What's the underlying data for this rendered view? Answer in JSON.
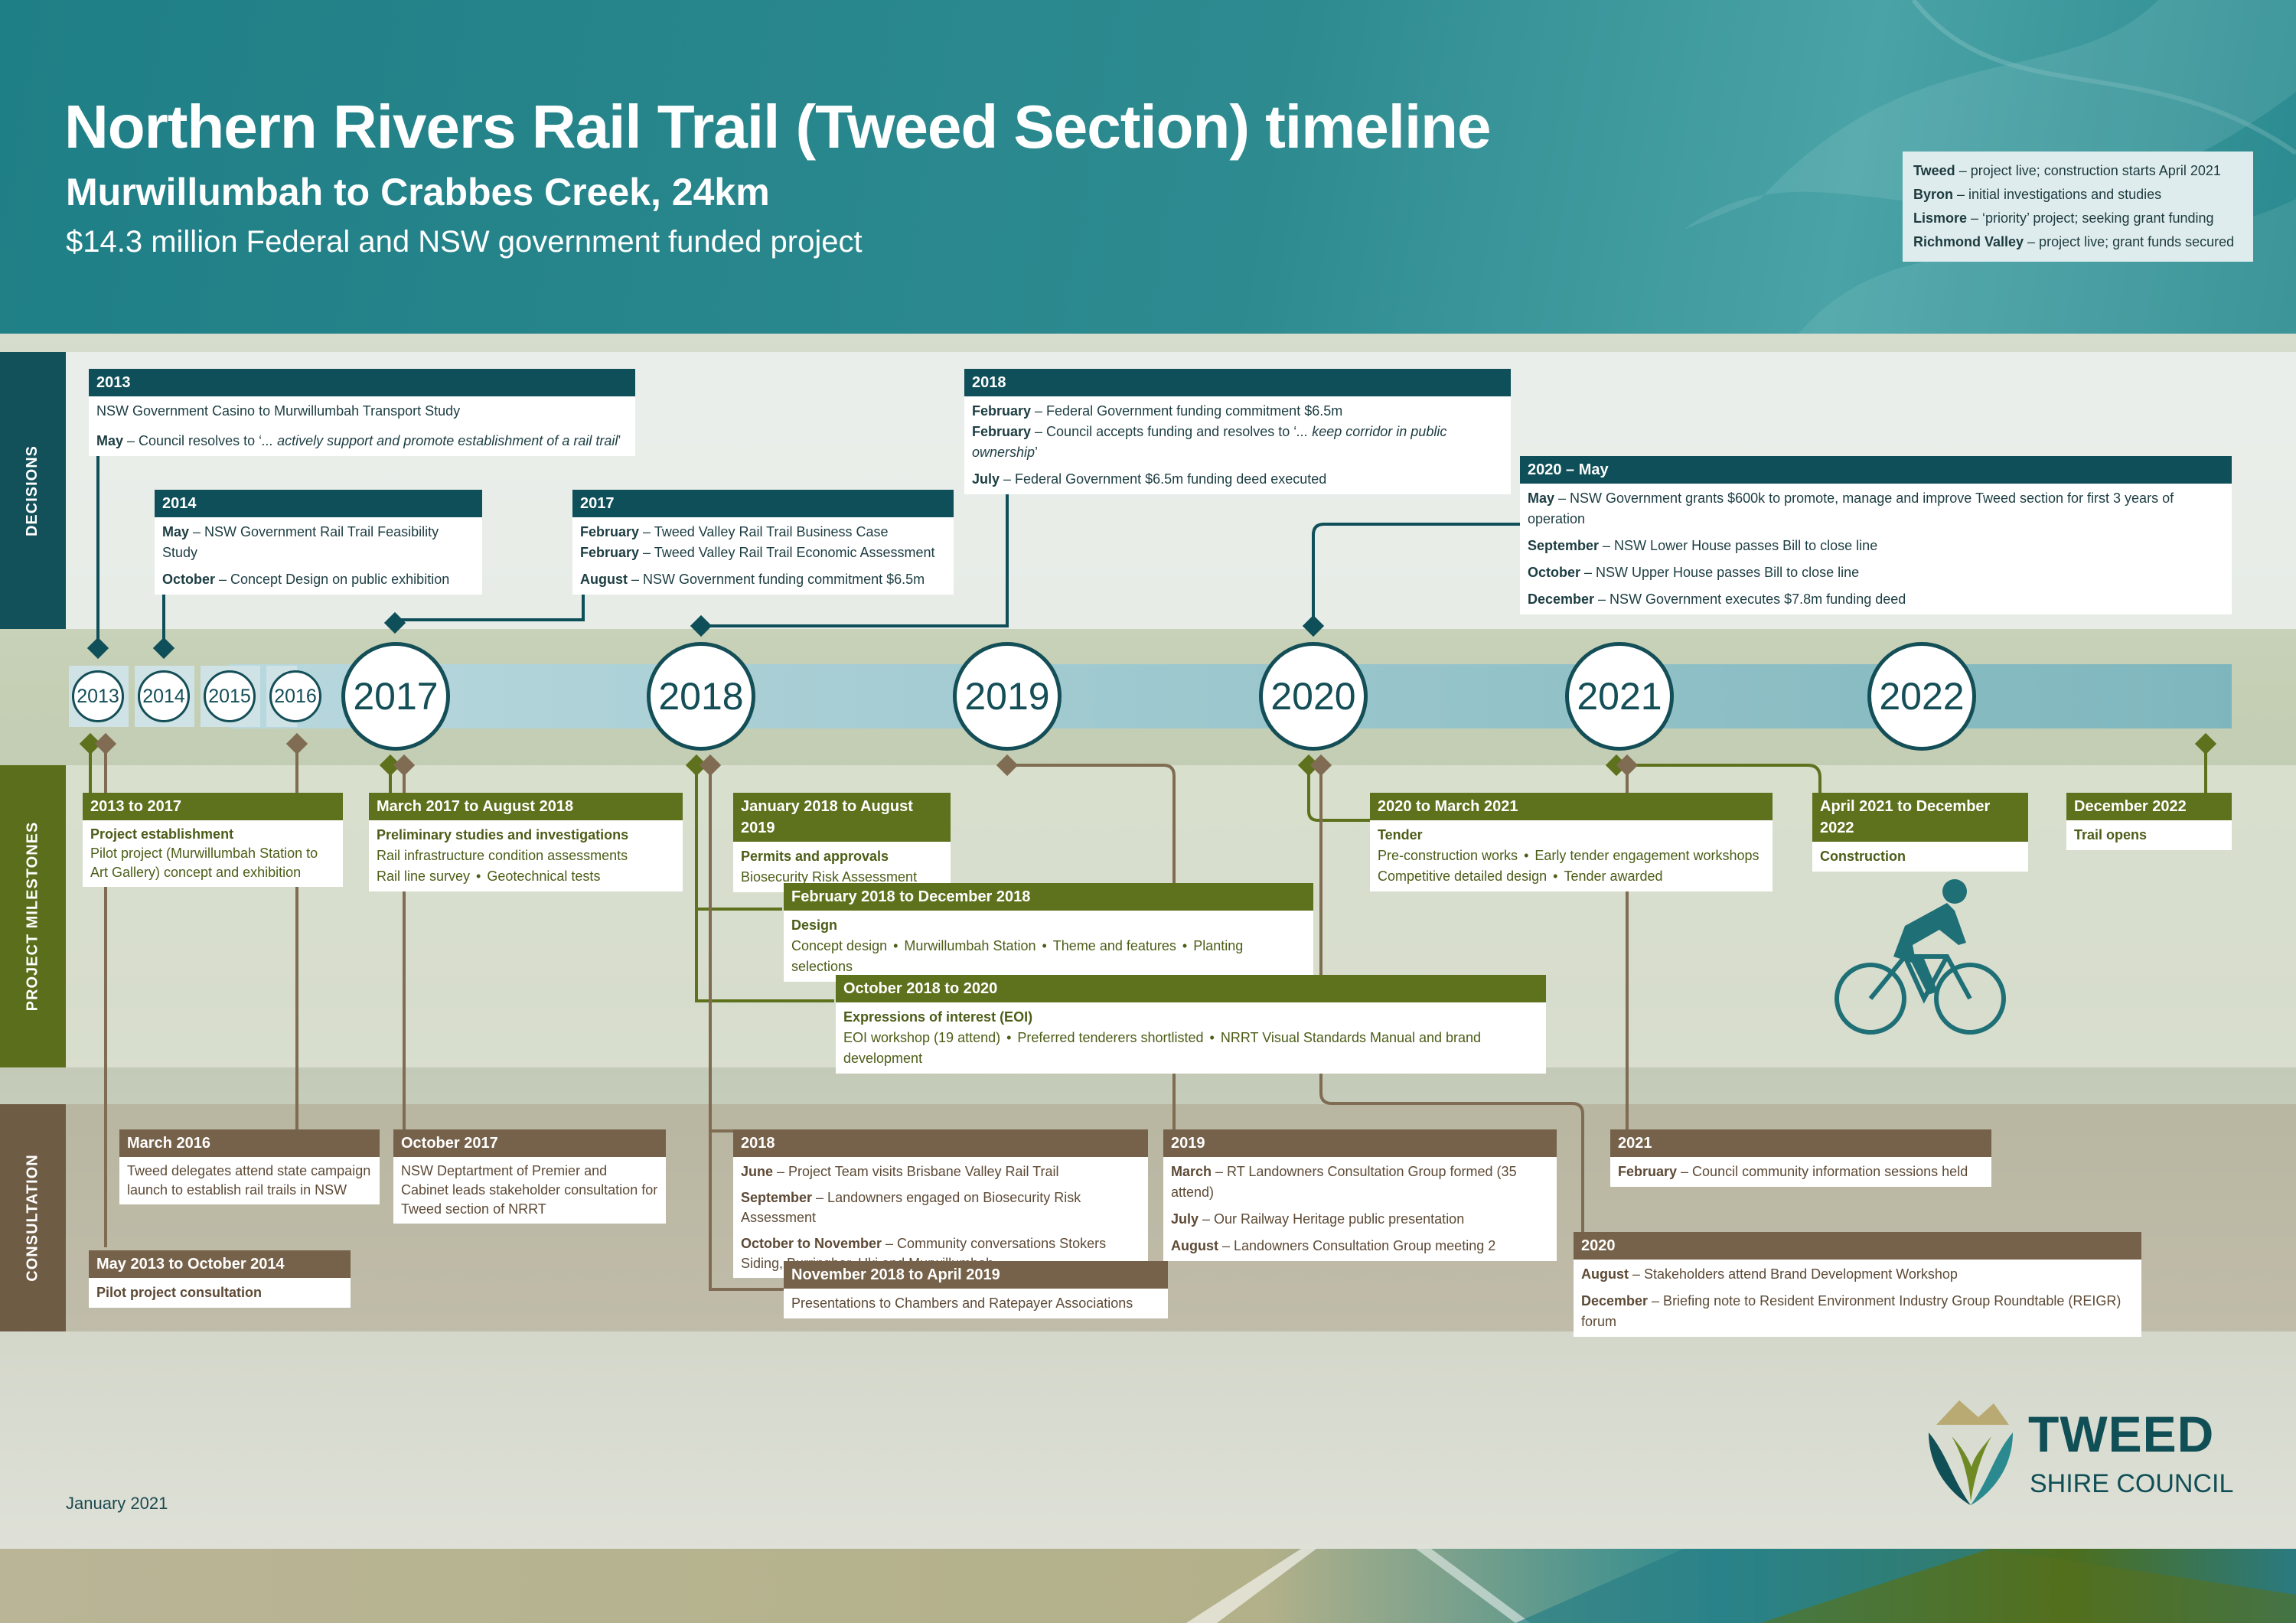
{
  "header": {
    "title": "Northern Rivers Rail Trail (Tweed Section) timeline",
    "subtitle": "Murwillumbah to Crabbes Creek, 24km",
    "funding": "$14.3 million Federal and NSW government funded project"
  },
  "legend": [
    {
      "name": "Tweed",
      "text": " – project live; construction starts April 2021"
    },
    {
      "name": "Byron",
      "text": " – initial investigations and studies"
    },
    {
      "name": "Lismore",
      "text": " – ‘priority’ project; seeking grant funding"
    },
    {
      "name": "Richmond Valley",
      "text": " – project live; grant funds secured"
    }
  ],
  "sections": {
    "decisions": "DECISIONS",
    "milestones": "PROJECT MILESTONES",
    "consultation": "CONSULTATION"
  },
  "years": {
    "small": [
      "2013",
      "2014",
      "2015",
      "2016"
    ],
    "big": [
      "2017",
      "2018",
      "2019",
      "2020",
      "2021",
      "2022"
    ]
  },
  "decisions": {
    "d2013": {
      "title": "2013",
      "line1": "NSW Government Casino to Murwillumbah Transport Study",
      "l2_month": "May",
      "l2_text": " – Council resolves to ‘",
      "l2_quote": "... actively support and promote establishment of a rail trail",
      "l2_end": "’"
    },
    "d2014": {
      "title": "2014",
      "l1_month": "May",
      "l1_text": " – NSW Government Rail Trail Feasibility Study",
      "l2_month": "October",
      "l2_text": " – Concept Design on public exhibition"
    },
    "d2017": {
      "title": "2017",
      "l1_month": "February",
      "l1_text": " – Tweed Valley Rail Trail Business Case",
      "l2_month": "February",
      "l2_text": " – Tweed Valley Rail Trail Economic Assessment",
      "l3_month": "August",
      "l3_text": " – NSW Government funding commitment $6.5m"
    },
    "d2018": {
      "title": "2018",
      "l1_month": "February",
      "l1_text": " – Federal Government funding commitment $6.5m",
      "l2_month": "February",
      "l2_text": " – Council accepts funding and resolves to ‘",
      "l2_quote": "... keep corridor in public ownership",
      "l2_end": "’",
      "l3_month": "July",
      "l3_text": " – Federal Government $6.5m funding deed executed"
    },
    "d2020": {
      "title": "2020 – May",
      "l1_month": "May",
      "l1_text": " – NSW Government grants $600k to promote, manage and improve Tweed section for first 3 years of operation",
      "l2_month": "September",
      "l2_text": " – NSW Lower House passes Bill to close line",
      "l3_month": "October",
      "l3_text": " – NSW Upper House passes Bill to close line",
      "l4_month": "December",
      "l4_text": " – NSW Government executes $7.8m funding deed"
    }
  },
  "milestones": {
    "m1": {
      "title": "2013 to 2017",
      "bold": "Project establishment",
      "text": "Pilot project (Murwillumbah Station to Art Gallery) concept and exhibition"
    },
    "m2": {
      "title": "March 2017 to August 2018",
      "bold": "Preliminary studies and investigations",
      "line1": "Rail infrastructure condition assessments",
      "item1": "Rail line survey",
      "item2": "Geotechnical tests"
    },
    "m3": {
      "title": "January 2018 to August 2019",
      "bold": "Permits and approvals",
      "text": "Biosecurity Risk Assessment"
    },
    "m4": {
      "title": "February 2018 to December 2018",
      "bold": "Design",
      "items": [
        "Concept design",
        "Murwillumbah Station",
        "Theme and features",
        "Planting selections"
      ]
    },
    "m5": {
      "title": "October 2018 to 2020",
      "bold": "Expressions of interest (EOI)",
      "items": [
        "EOI workshop (19 attend)",
        "Preferred tenderers shortlisted",
        "NRRT Visual Standards Manual and brand development"
      ]
    },
    "m6": {
      "title": "2020 to March 2021",
      "bold": "Tender",
      "items1": [
        "Pre-construction works",
        "Early tender engagement workshops"
      ],
      "items2": [
        "Competitive detailed design",
        "Tender awarded"
      ]
    },
    "m7": {
      "title": "April 2021 to December 2022",
      "bold": "Construction"
    },
    "m8": {
      "title": "December 2022",
      "bold": "Trail opens"
    }
  },
  "consultation": {
    "c1": {
      "title": "March 2016",
      "text": "Tweed delegates attend state campaign launch to establish rail trails in NSW"
    },
    "c2": {
      "title": "October 2017",
      "text": "NSW Deptartment of Premier and Cabinet leads stakeholder consultation for Tweed section of NRRT"
    },
    "c3": {
      "title": "May 2013 to October 2014",
      "bold": "Pilot project consultation"
    },
    "c4": {
      "title": "2018",
      "l1_month": "June",
      "l1_text": " – Project Team visits Brisbane Valley Rail Trail",
      "l2_month": "September",
      "l2_text": " – Landowners engaged on Biosecurity Risk Assessment",
      "l3_month": "October to November",
      "l3_text": " – Community conversations Stokers Siding, Burringbar, Uki and Murwillumbah"
    },
    "c5": {
      "title": "November 2018 to April 2019",
      "text": "Presentations to Chambers and Ratepayer Associations"
    },
    "c6": {
      "title": "2019",
      "l1_month": "March",
      "l1_text": " – RT Landowners Consultation Group formed (35 attend)",
      "l2_month": "July",
      "l2_text": "  – Our Railway Heritage public presentation",
      "l3_month": "August",
      "l3_text": " – Landowners Consultation Group meeting 2"
    },
    "c7": {
      "title": "2021",
      "l1_month": "February",
      "l1_text": " – Council community information sessions held"
    },
    "c8": {
      "title": "2020",
      "l1_month": "August",
      "l1_text": " – Stakeholders attend Brand Development Workshop",
      "l2_month": "December",
      "l2_text": " – Briefing note to Resident Environment Industry Group Roundtable (REIGR) forum"
    }
  },
  "footer": {
    "date": "January 2021"
  },
  "logo": {
    "name": "TWEED",
    "sub": "SHIRE COUNCIL"
  },
  "colors": {
    "teal": "#0f4f59",
    "green": "#5e711d",
    "brown": "#76624a",
    "header": "#2d8b90"
  }
}
